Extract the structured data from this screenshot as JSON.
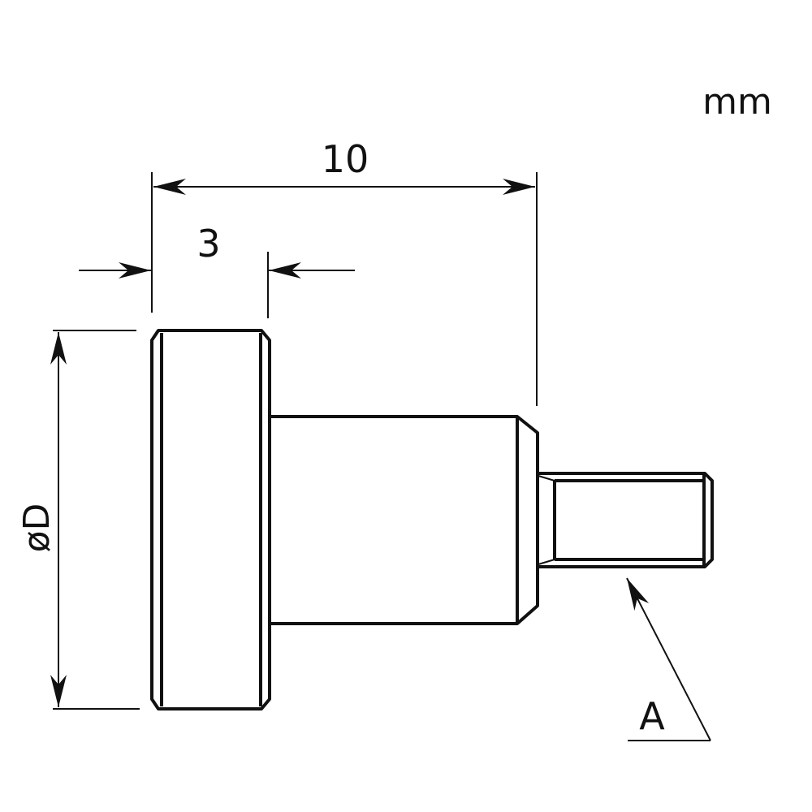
{
  "units": "mm",
  "dimensions": {
    "overall_length": "10",
    "head_thickness": "3",
    "head_diameter": "øD"
  },
  "callout": {
    "label": "A"
  },
  "colors": {
    "line": "#111111",
    "background": "#ffffff"
  }
}
